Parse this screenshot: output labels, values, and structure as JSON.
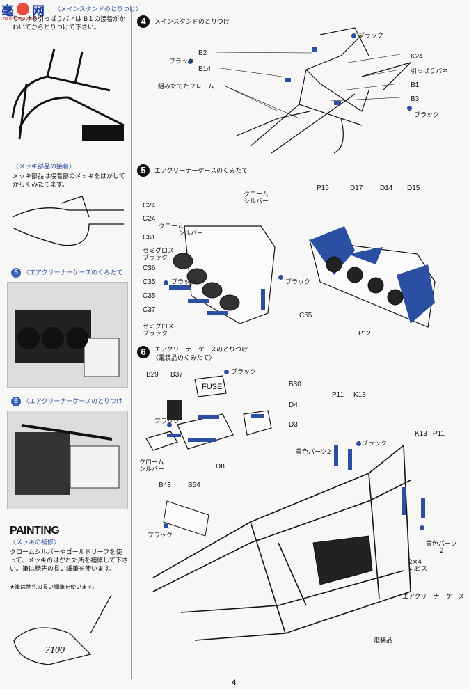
{
  "watermark": {
    "line1": "毫",
    "line2": "网",
    "line3": "hao-shen.com"
  },
  "left_column": {
    "stand_section": {
      "title": "〈メインスタンドのとりつけ〉",
      "body": "りつける引っぱりバネは B１の接着がかわいてからとりつけて下さい。"
    },
    "plating_section": {
      "title": "〈メッキ部品の接着〉",
      "body": "メッキ部品は接着部のメッキをはがしてからくみたてます。"
    },
    "step5": {
      "num": "5",
      "title": "〈エアクリーナーケースのくみたて"
    },
    "step6": {
      "num": "6",
      "title": "〈エアクリーナーケースのとりつけ"
    },
    "painting": {
      "title": "PAINTING",
      "subtitle": "〈メッキの補修〉",
      "body": "クロームシルバーやゴールドリーフを使って、メッキのはがれた所を補修して下さい。筆は穂先の長い細筆を使います。",
      "footnote": "★筆は穂先の長い細筆を使います。"
    }
  },
  "step4": {
    "num": "4",
    "title": "メインスタンドのとりつけ",
    "labels": {
      "black1": "ブラック",
      "black2": "ブラック",
      "black3": "ブラック",
      "b2": "B2",
      "b14": "B14",
      "frame": "組みたてたフレーム",
      "k24": "K24",
      "spring": "引っぱりバネ",
      "b1": "B1",
      "b3": "B3"
    }
  },
  "step5": {
    "num": "5",
    "title": "エアクリーナーケースのくみたて",
    "labels": {
      "c24a": "C24",
      "c24b": "C24",
      "chrome1": "クローム",
      "chrome1b": "シルバー",
      "chrome2": "クローム",
      "chrome2b": "シルバー",
      "c61": "C61",
      "semigloss1": "セミグロス",
      "semigloss1b": "ブラック",
      "c36": "C36",
      "c35a": "C35",
      "c35b": "C35",
      "c37": "C37",
      "semigloss2": "セミグロス",
      "semigloss2b": "ブラック",
      "black1": "ブラック",
      "black2": "ブラック",
      "c55": "C55",
      "p15": "P15",
      "d17": "D17",
      "d14": "D14",
      "d15": "D15",
      "p12": "P12"
    }
  },
  "step6": {
    "num": "6",
    "title": "エアクリーナーケースのとりつけ",
    "subtitle": "〈電装品のくみたて〉",
    "labels": {
      "b29": "B29",
      "b37": "B37",
      "black1": "ブラック",
      "b30": "B30",
      "fuse": "FUSE",
      "d4": "D4",
      "d3": "D3",
      "black2": "ブラック",
      "chrome": "クローム",
      "chromeb": "シルバー",
      "d8": "D8",
      "p11a": "P11",
      "k13a": "K13",
      "yellow1": "黄色パーツ2",
      "black3": "ブラック",
      "k13b": "K13",
      "p11b": "P11",
      "b43": "B43",
      "b54": "B54",
      "black4": "ブラック",
      "yellow2": "黄色パーツ",
      "yellow2b": "2",
      "screw": "2×4",
      "screwb": "丸ビス",
      "aircase": "エアクリーナーケース",
      "electrical": "電装品"
    }
  },
  "page_number": "4",
  "colors": {
    "accent_blue": "#2a4fa3",
    "ink": "#111111"
  }
}
